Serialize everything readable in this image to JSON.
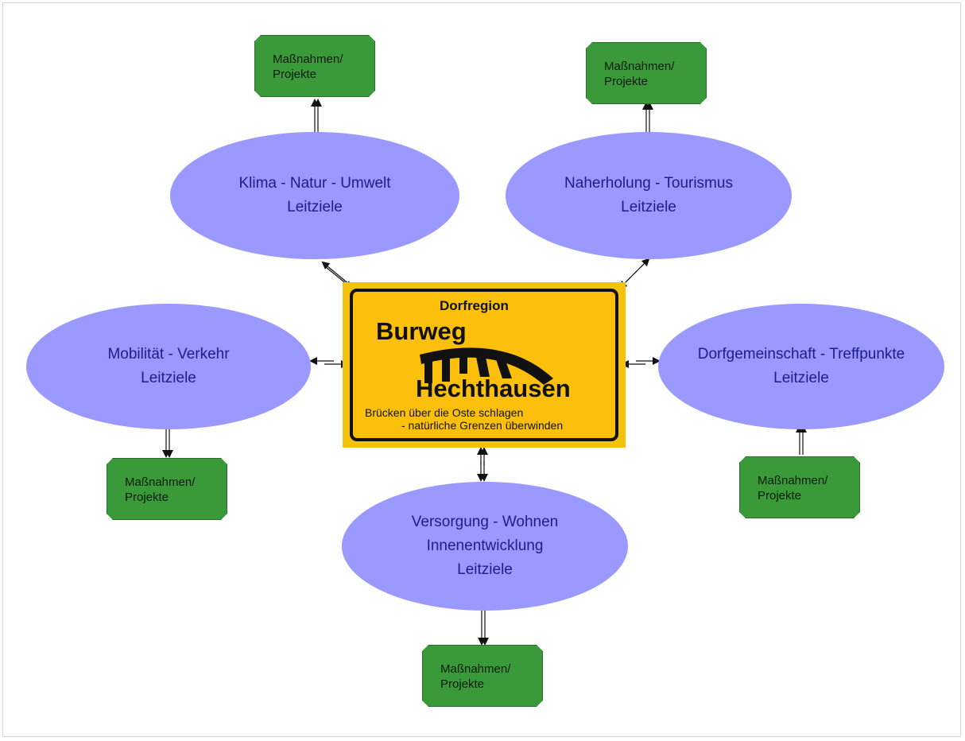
{
  "center": {
    "region": "Dorfregion",
    "name_top": "Burweg",
    "name_bottom": "Hechthausen",
    "slogan_1": "Brücken über die Oste schlagen",
    "slogan_2": "- natürliche Grenzen überwinden"
  },
  "goals": {
    "klima": {
      "line1": "Klima - Natur - Umwelt",
      "line2": "Leitziele"
    },
    "naherholung": {
      "line1": "Naherholung - Tourismus",
      "line2": "Leitziele"
    },
    "mobilitaet": {
      "line1": "Mobilität - Verkehr",
      "line2": "Leitziele"
    },
    "dorfgemeinschaft": {
      "line1": "Dorfgemeinschaft - Treffpunkte",
      "line2": "Leitziele"
    },
    "versorgung": {
      "line1": "Versorgung - Wohnen",
      "line2": "Innenentwicklung",
      "line3": "Leitziele"
    }
  },
  "measures": {
    "klima": {
      "line1": "Maßnahmen/",
      "line2": "Projekte"
    },
    "naherholung": {
      "line1": "Maßnahmen/",
      "line2": "Projekte"
    },
    "mobilitaet": {
      "line1": "Maßnahmen/",
      "line2": "Projekte"
    },
    "dorfgemeinschaft": {
      "line1": "Maßnahmen/",
      "line2": "Projekte"
    },
    "versorgung": {
      "line1": "Maßnahmen/",
      "line2": "Projekte"
    }
  },
  "colors": {
    "goal_fill": "#9999ff",
    "goal_text": "#1c1c8c",
    "measure_fill": "#3a9a3a",
    "sign_fill": "#fbbf0c",
    "connector": "#111111"
  }
}
